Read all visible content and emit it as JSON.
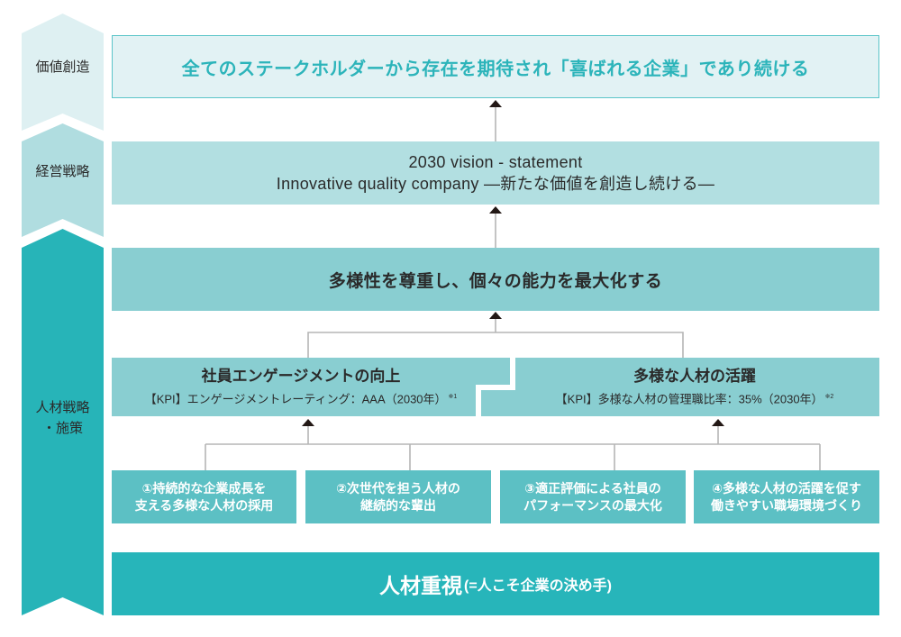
{
  "side_labels": {
    "value_creation": "価値創造",
    "management_strategy": "経営戦略",
    "hr_strategy_line1": "人材戦略",
    "hr_strategy_line2": "・施策"
  },
  "value_creation": {
    "text": "全てのステークホルダーから存在を期待され「喜ばれる企業」であり続ける"
  },
  "vision": {
    "line1": "2030 vision - statement",
    "line2": "Innovative quality company ―新たな価値を創造し続ける―"
  },
  "strategy_goal": {
    "text": "多様性を尊重し、個々の能力を最大化する"
  },
  "kpi_boxes": [
    {
      "title": "社員エンゲージメントの向上",
      "kpi": "【KPI】エンゲージメントレーティング：AAA（2030年）",
      "note": "※1"
    },
    {
      "title": "多様な人材の活躍",
      "kpi": "【KPI】多様な人材の管理職比率：35%（2030年）",
      "note": "※2"
    }
  ],
  "initiatives": [
    {
      "line1": "①持続的な企業成長を",
      "line2": "支える多様な人材の採用"
    },
    {
      "line1": "②次世代を担う人材の",
      "line2": "継続的な輩出"
    },
    {
      "line1": "③適正評価による社員の",
      "line2": "パフォーマンスの最大化"
    },
    {
      "line1": "④多様な人材の活躍を促す",
      "line2": "働きやすい職場環境づくり"
    }
  ],
  "foundation": {
    "main": "人材重視",
    "sub": "(=人こそ企業の決め手)"
  },
  "colors": {
    "chevron_value": "#def0f2",
    "chevron_strategy": "#b0dde0",
    "chevron_hr": "#27b4b8",
    "value_box_fill": "#e2f2f4",
    "value_box_border": "#5cc5c9",
    "value_text": "#2cb4ba",
    "vision_box": "#b2dfe1",
    "goal_box": "#89ced1",
    "kpi_box": "#89ced1",
    "initiative_box": "#5cc0c4",
    "foundation_box": "#27b5ba",
    "connector": "#b5b5b5",
    "arrow": "#231815"
  }
}
